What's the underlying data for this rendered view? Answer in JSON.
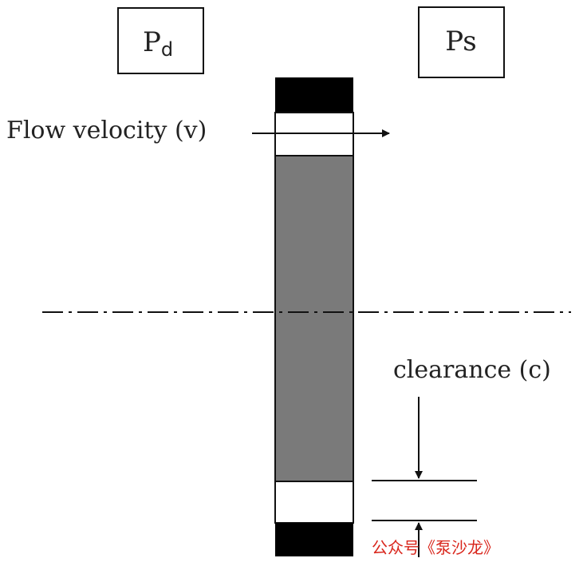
{
  "labels": {
    "pd_main": "P",
    "pd_sub": "d",
    "ps": "Ps",
    "flow_velocity": "Flow velocity (v)",
    "clearance": "clearance (c)"
  },
  "watermark": {
    "text": "公众号《泵沙龙》"
  },
  "colors": {
    "line": "#111111",
    "seal_black": "#000000",
    "rotor_gray": "#7a7a7a",
    "box_fill": "#ffffff",
    "text": "#222222",
    "watermark": "#d9261c"
  }
}
